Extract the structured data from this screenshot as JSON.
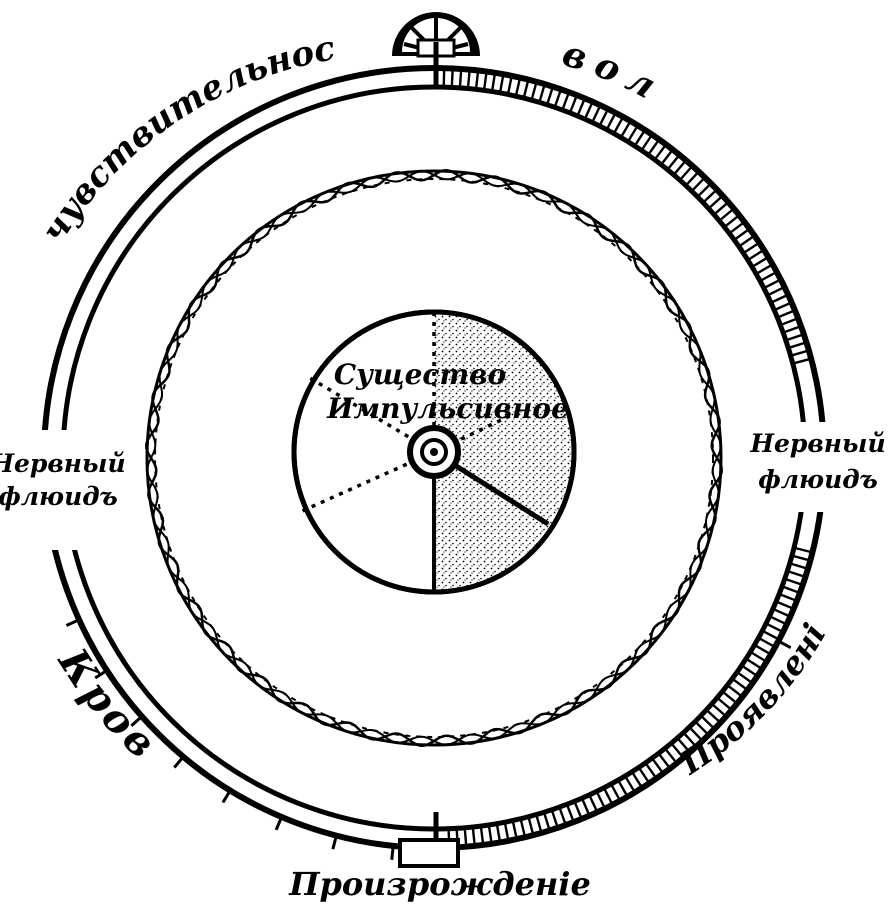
{
  "labels": {
    "feeling": "чувствительность",
    "will": "воля",
    "nervous_fluid_left_line1": "Нервный",
    "nervous_fluid_left_line2": "флюидъ",
    "nervous_fluid_right_line1": "Нервный",
    "nervous_fluid_right_line2": "флюидъ",
    "blood": "Кровь",
    "manifestation": "Проявленiя",
    "generation": "Произрожденiе",
    "core_line1": "Существо",
    "core_line2": "Импульсивное"
  },
  "colors": {
    "ink": "#000000",
    "paper": "#ffffff"
  }
}
